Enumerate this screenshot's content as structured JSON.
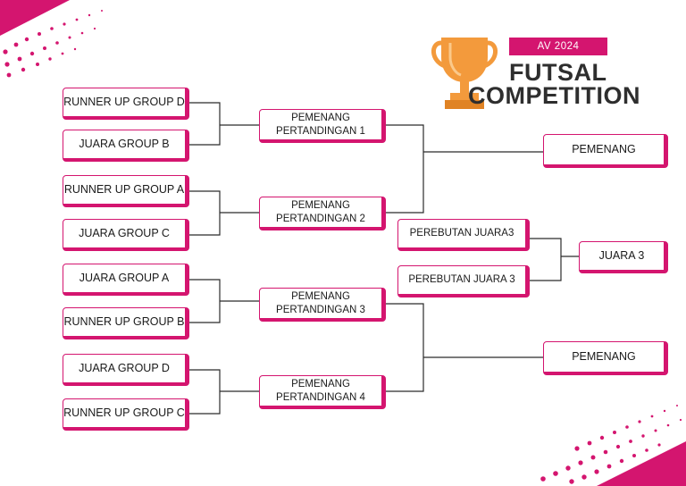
{
  "header": {
    "badge": "AV 2024",
    "title_line1": "FUTSAL",
    "title_line2": "COMPETITION"
  },
  "teams": {
    "runner_up_d": "RUNNER UP GROUP D",
    "juara_b": "JUARA GROUP B",
    "runner_up_a": "RUNNER UP GROUP A",
    "juara_c": "JUARA GROUP C",
    "juara_a": "JUARA GROUP A",
    "runner_up_b": "RUNNER UP GROUP B",
    "juara_d": "JUARA GROUP D",
    "runner_up_c": "RUNNER UP GROUP C"
  },
  "matches": {
    "m1": [
      "PEMENANG",
      "PERTANDINGAN 1"
    ],
    "m2": [
      "PEMENANG",
      "PERTANDINGAN 2"
    ],
    "m3": [
      "PEMENANG",
      "PERTANDINGAN 3"
    ],
    "m4": [
      "PEMENANG",
      "PERTANDINGAN 4"
    ]
  },
  "finals": {
    "winner_top": "PEMENANG",
    "winner_bottom": "PEMENANG",
    "third_place_1": "PEREBUTAN JUARA3",
    "third_place_2": "PEREBUTAN JUARA 3",
    "third_place_result": "JUARA 3"
  },
  "colors": {
    "accent": "#d4156f",
    "trophy": "#f39a3c",
    "title": "#2e2e2e"
  },
  "icons": [
    "trophy-icon"
  ]
}
